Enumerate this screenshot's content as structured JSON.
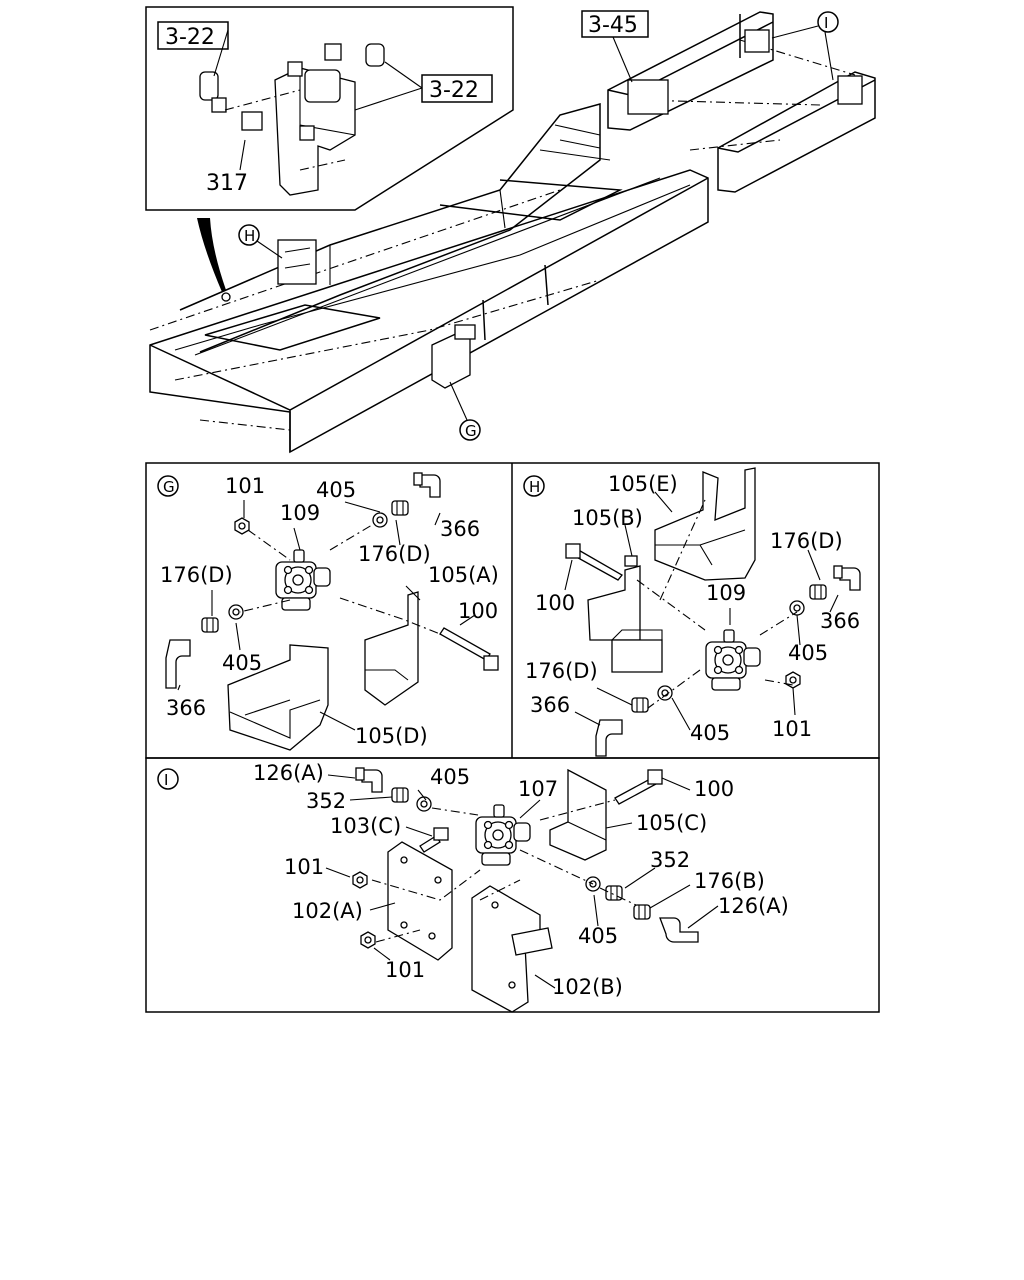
{
  "top_view": {
    "inset_labels": {
      "ref_3_22_a": "3-22",
      "ref_3_22_b": "3-22",
      "part_317": "317"
    },
    "ref_3_45": "3-45",
    "view_markers": {
      "I": "I",
      "H": "H",
      "G": "G"
    }
  },
  "panel_g": {
    "marker": "G",
    "labels": {
      "p101": "101",
      "p405a": "405",
      "p109": "109",
      "p366a": "366",
      "p176d_a": "176(D)",
      "p176d_b": "176(D)",
      "p105a": "105(A)",
      "p100": "100",
      "p405b": "405",
      "p366b": "366",
      "p105d": "105(D)"
    }
  },
  "panel_h": {
    "marker": "H",
    "labels": {
      "p105e": "105(E)",
      "p105b": "105(B)",
      "p176d_a": "176(D)",
      "p100": "100",
      "p109": "109",
      "p366a": "366",
      "p405a": "405",
      "p176d_b": "176(D)",
      "p366b": "366",
      "p405b": "405",
      "p101": "101"
    }
  },
  "panel_i": {
    "marker": "I",
    "labels": {
      "p126a_top": "126(A)",
      "p405_top": "405",
      "p352_top": "352",
      "p107": "107",
      "p100": "100",
      "p103c": "103(C)",
      "p105c": "105(C)",
      "p101_top": "101",
      "p352_mid": "352",
      "p176b": "176(B)",
      "p102a": "102(A)",
      "p126a_bot": "126(A)",
      "p405_bot": "405",
      "p101_bot": "101",
      "p102b": "102(B)"
    }
  }
}
